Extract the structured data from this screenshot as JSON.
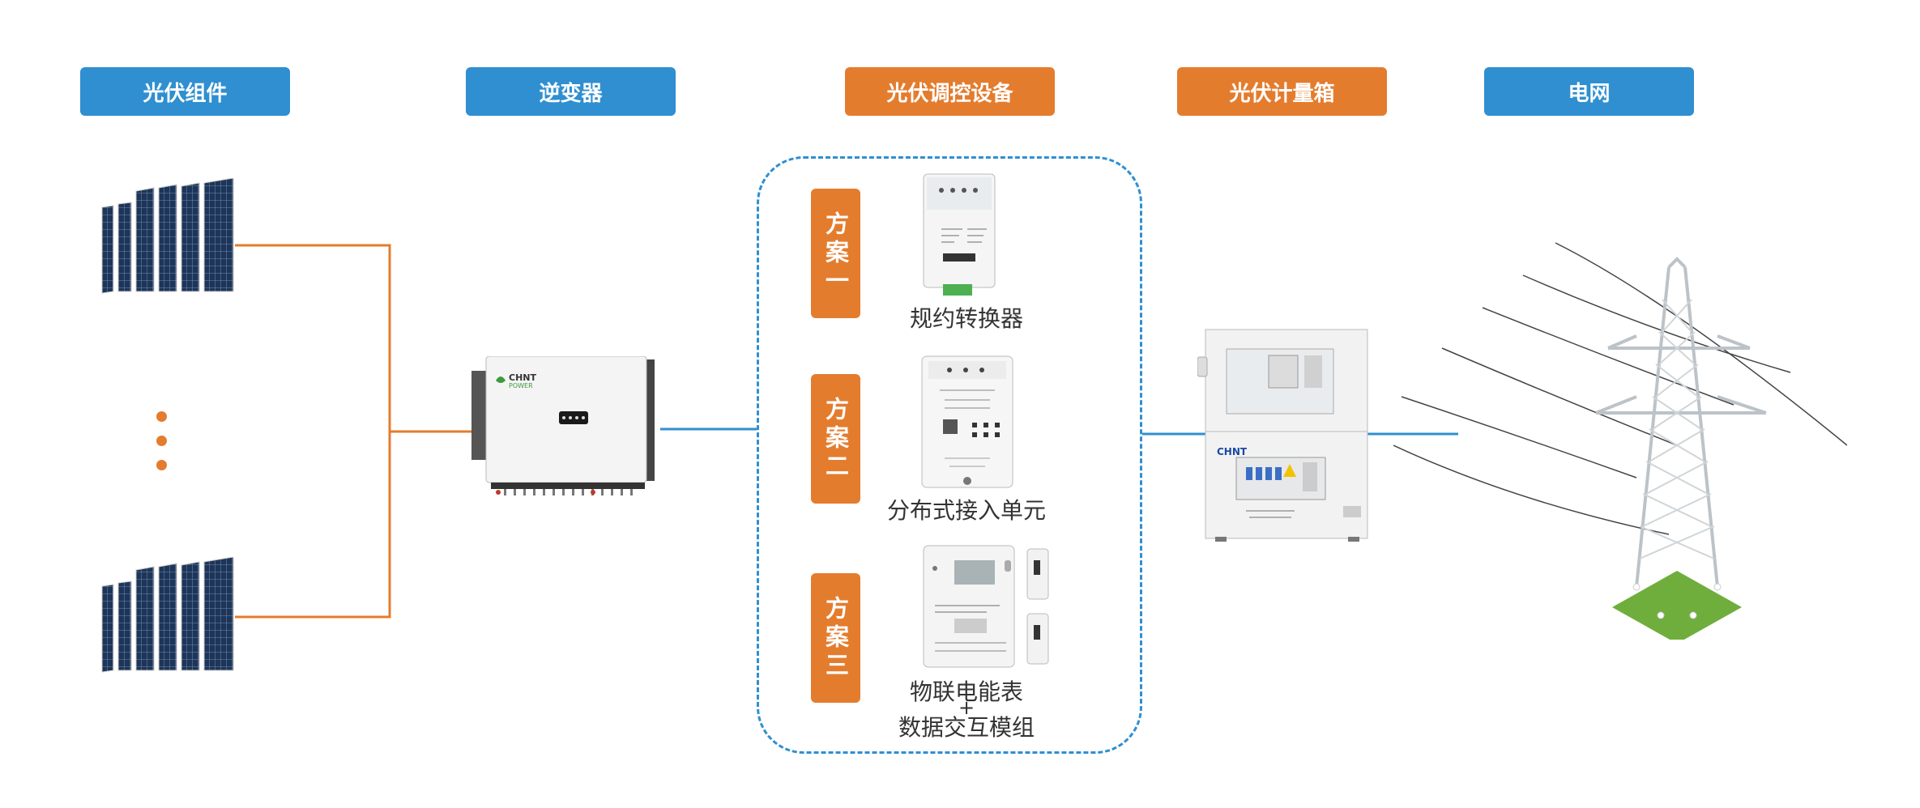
{
  "headers": {
    "pv_modules": "光伏组件",
    "inverter": "逆变器",
    "pv_control": "光伏调控设备",
    "pv_meter_box": "光伏计量箱",
    "grid": "电网"
  },
  "plans": {
    "plan1": "方案一",
    "plan2": "方案二",
    "plan3": "方案三"
  },
  "captions": {
    "protocol_converter": "规约转换器",
    "distributed_access_unit": "分布式接入单元",
    "iot_meter": "物联电能表",
    "plus": "+",
    "data_module": "数据交互模组"
  },
  "brand": {
    "inverter_logo": "CHNT",
    "inverter_logo_sub": "POWER",
    "meter_box_logo": "CHNT"
  },
  "colors": {
    "blue": "#2f8fd0",
    "orange": "#e47c2e"
  }
}
